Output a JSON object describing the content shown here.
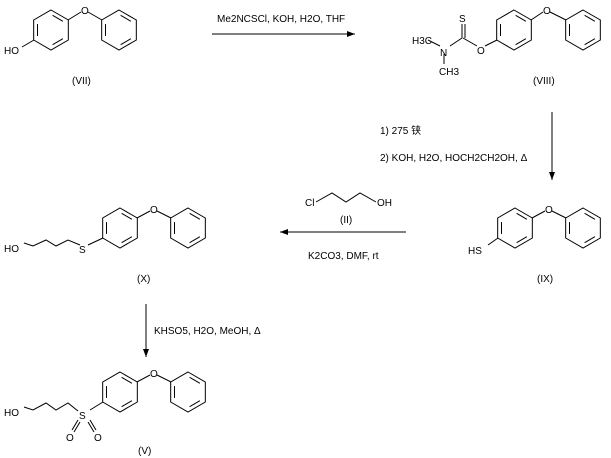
{
  "compounds": {
    "VII": {
      "label": "(VII)",
      "ho": "HO",
      "o": "O"
    },
    "VIII": {
      "label": "(VIII)",
      "s": "S",
      "o_ester": "O",
      "o": "O",
      "n": "N",
      "h3c": "H3C",
      "ch3": "CH3"
    },
    "IX": {
      "label": "(IX)",
      "hs": "HS",
      "o": "O"
    },
    "II": {
      "label": "(II)",
      "cl": "Cl",
      "oh": "OH"
    },
    "X": {
      "label": "(X)",
      "ho": "HO",
      "s": "S",
      "o": "O"
    },
    "V": {
      "label": "(V)",
      "ho": "HO",
      "s": "S",
      "o1": "O",
      "o2": "O",
      "o": "O"
    }
  },
  "steps": {
    "step1": "Me2NCSCl, KOH, H2O, THF",
    "step2a": "1) 275 铗",
    "step2b": "2) KOH, H2O, HOCH2CH2OH, Δ",
    "step3": "K2CO3, DMF, rt",
    "step4": "KHSO5, H2O, MeOH, Δ"
  },
  "colors": {
    "ink": "#000000",
    "background": "#ffffff"
  }
}
